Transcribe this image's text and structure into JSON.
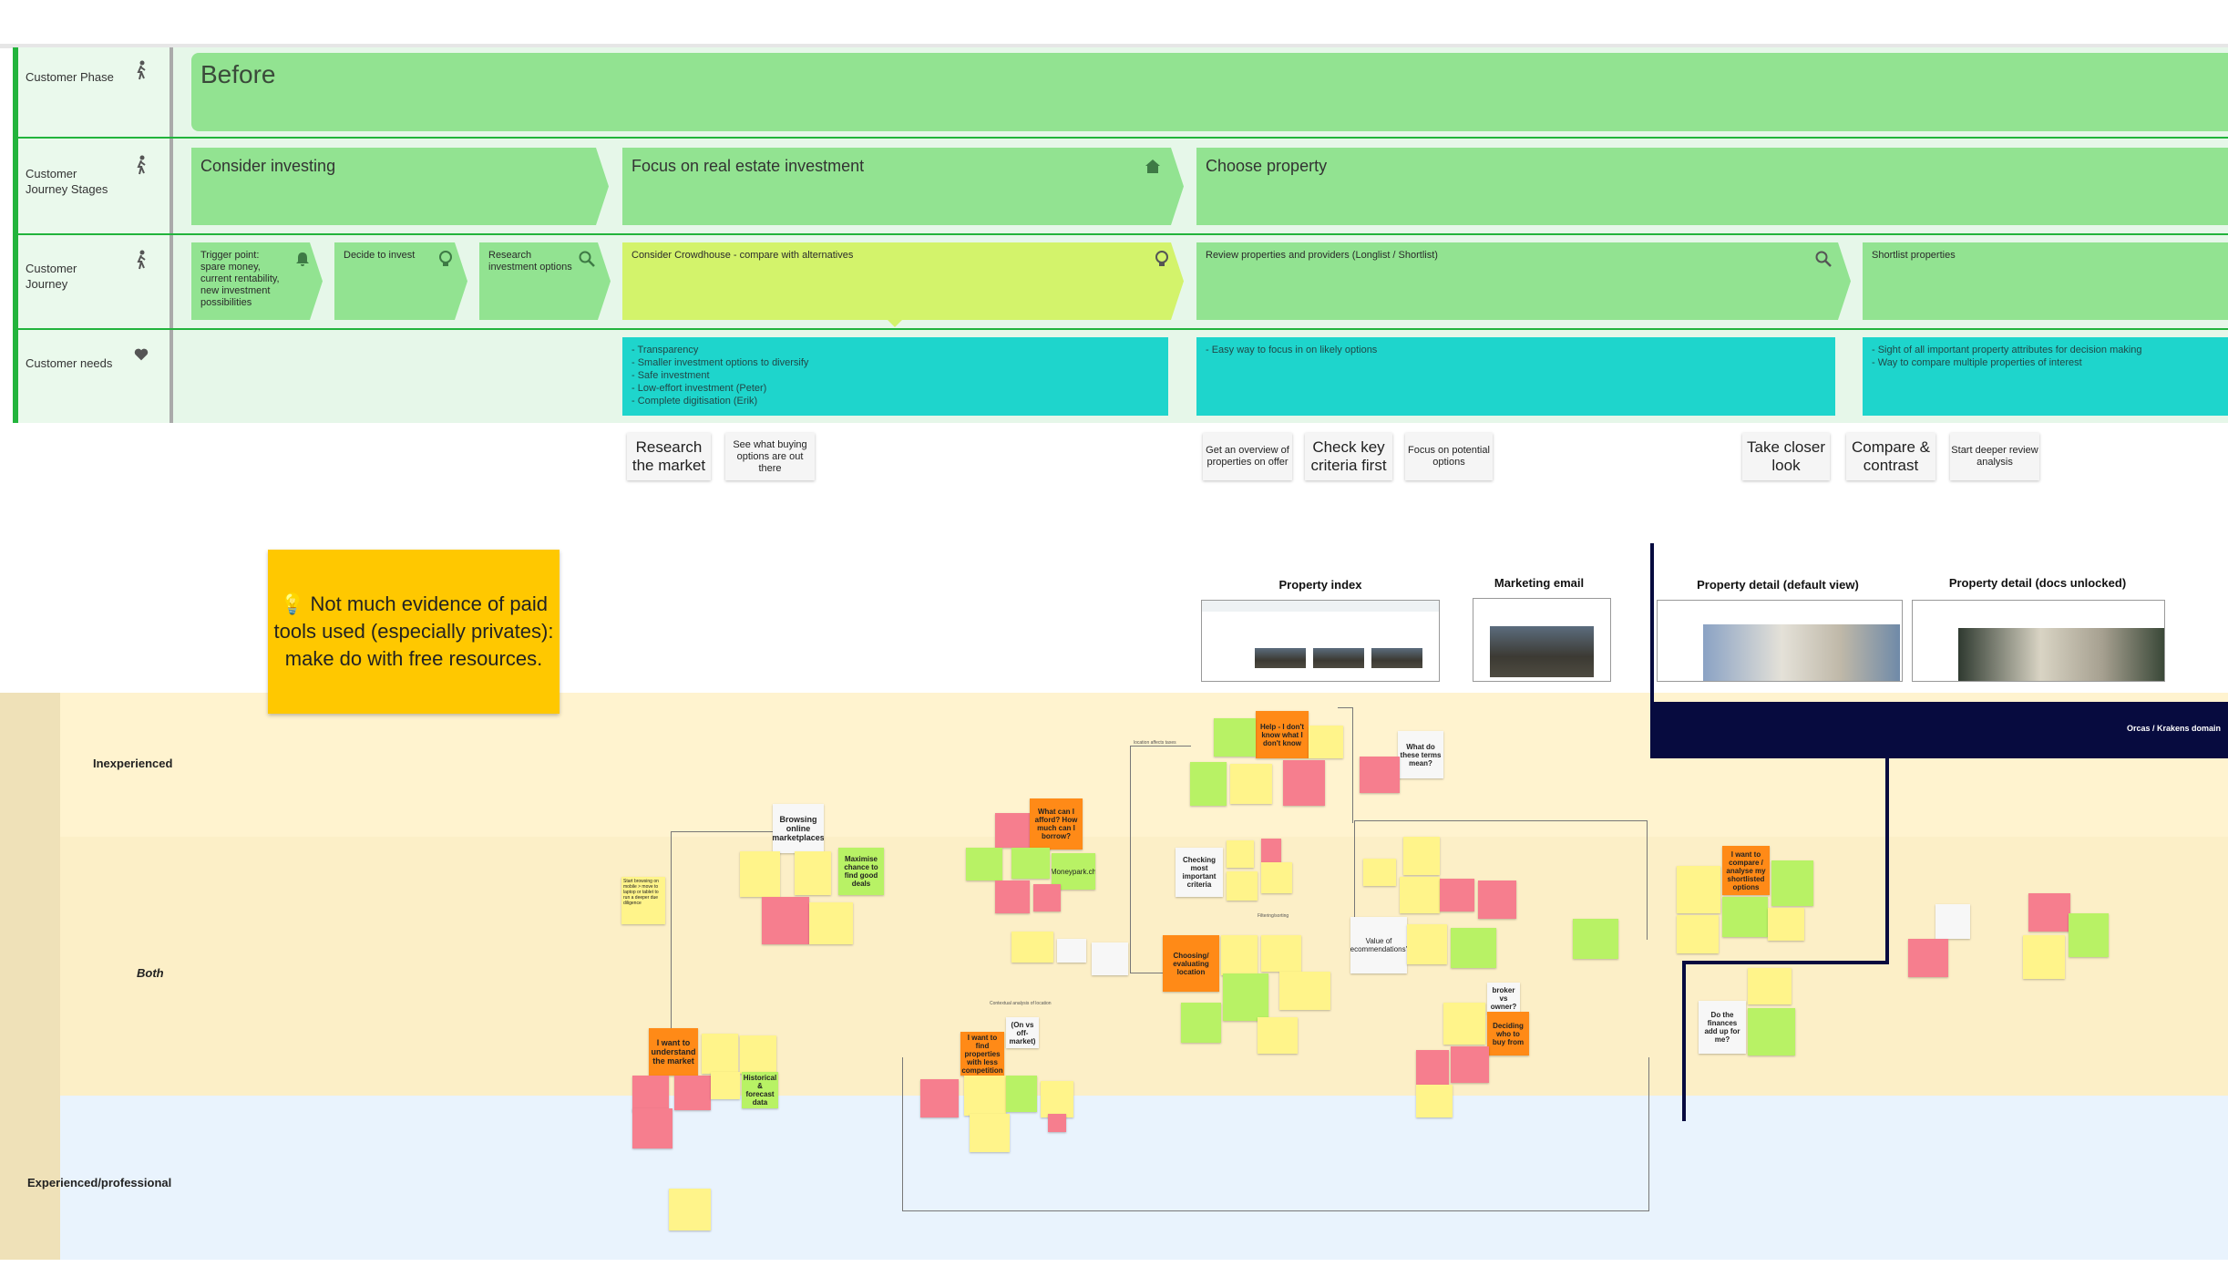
{
  "rows": {
    "phase": "Customer Phase",
    "stages": "Customer\nJourney Stages",
    "journey": "Customer\nJourney",
    "needs": "Customer needs"
  },
  "phase": {
    "before": "Before"
  },
  "stages": {
    "consider": "Consider investing",
    "focus": "Focus on real estate investment",
    "choose": "Choose property"
  },
  "journey": {
    "trigger": "Trigger point:\nspare money,\ncurrent rentability,\nnew investment\npossibilities",
    "decide": "Decide to invest",
    "research": "Research\ninvestment options",
    "crowdhouse": "Consider Crowdhouse - compare with alternatives",
    "review": "Review properties and providers (Longlist / Shortlist)",
    "shortlist": "Shortlist properties"
  },
  "needs": {
    "focus": "- Transparency\n- Smaller investment options to diversify\n- Safe investment\n- Low-effort investment (Peter)\n- Complete digitisation (Erik)",
    "choose": "- Easy way to focus in on likely options",
    "shortlist": "- Sight of all important property attributes for decision making\n- Way to compare multiple properties of interest"
  },
  "activities": {
    "research_market": "Research the market",
    "buying_options": "See what buying options are out there",
    "overview": "Get an overview of properties on offer",
    "key_criteria": "Check key criteria first",
    "focus_options": "Focus on potential options",
    "closer_look": "Take closer look",
    "compare": "Compare & contrast",
    "deeper_review": "Start deeper review analysis"
  },
  "note": "💡 Not much evidence of paid tools used (especially privates): make do with free resources.",
  "screens": {
    "property_index": "Property index",
    "marketing_email": "Marketing email",
    "detail_default": "Property detail (default view)",
    "detail_docs": "Property detail (docs unlocked)"
  },
  "bands": {
    "inexperienced": "Inexperienced",
    "both": "Both",
    "experienced": "Experienced/professional",
    "domain": "Orcas / Krakens domain"
  },
  "stickies": {
    "understand_market": "I want to understand the market",
    "browsing": "Browsing online marketplaces",
    "maximise": "Maximise chance to find good deals",
    "historical": "Historical & forecast data",
    "afford": "What can I afford? How much can I borrow?",
    "help": "Help - I don't know what I don't know",
    "terms": "What do these terms mean?",
    "checking": "Checking most important criteria",
    "location": "Choosing/ evaluating location",
    "find_low": "I want to find properties with less competition",
    "off_market": "(On vs off-market)",
    "compare_analyse": "I want to compare / analyse my shortlisted options",
    "finances": "Do the finances add up for me?",
    "broker": "broker vs owner?",
    "deciding": "Deciding who to buy from",
    "value": "Value of 'recommendations'?",
    "moneypark": "Moneypark.ch",
    "start_browsing": "Start browsing on mobile > move to laptop or tablet to run a deeper due diligence"
  },
  "colors": {
    "lane_green": "#92e391",
    "journey_yellow": "#d3f36b",
    "needs_teal": "#1ed5cc",
    "note_yellow": "#ffc800",
    "navy": "#070b3f"
  }
}
